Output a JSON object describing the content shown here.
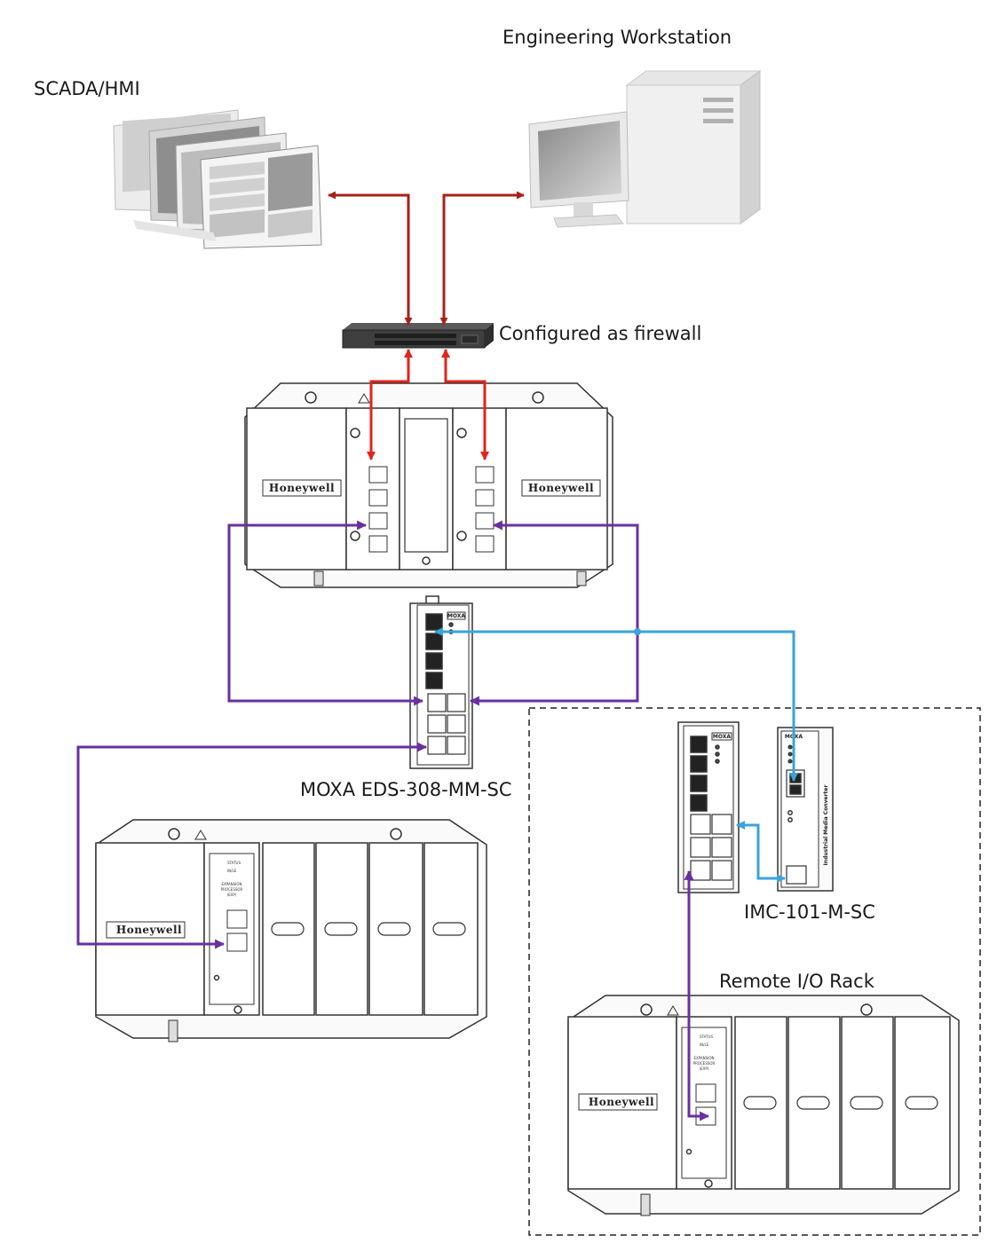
{
  "labels": {
    "engineering_workstation": "Engineering Workstation",
    "scada_hmi": "SCADA/HMI",
    "firewall": "Configured as firewall",
    "moxa_switch": "MOXA EDS-308-MM-SC",
    "media_converter": "IMC-101-M-SC",
    "remote_rack": "Remote I/O Rack"
  },
  "brand": {
    "honeywell": "Honeywell",
    "moxa": "MOXA",
    "converter_side_text": "Industrial Media Converter",
    "expansion_module_text": [
      "EXPANSION",
      "PROCESSOR",
      "(EXP)"
    ],
    "status_led_text": [
      "STATUS",
      "IN/LE"
    ]
  },
  "colors": {
    "dark_red": "#a8201a",
    "red": "#e2231a",
    "purple": "#6b2fa0",
    "blue": "#3aa3dc",
    "outline": "#333333"
  }
}
